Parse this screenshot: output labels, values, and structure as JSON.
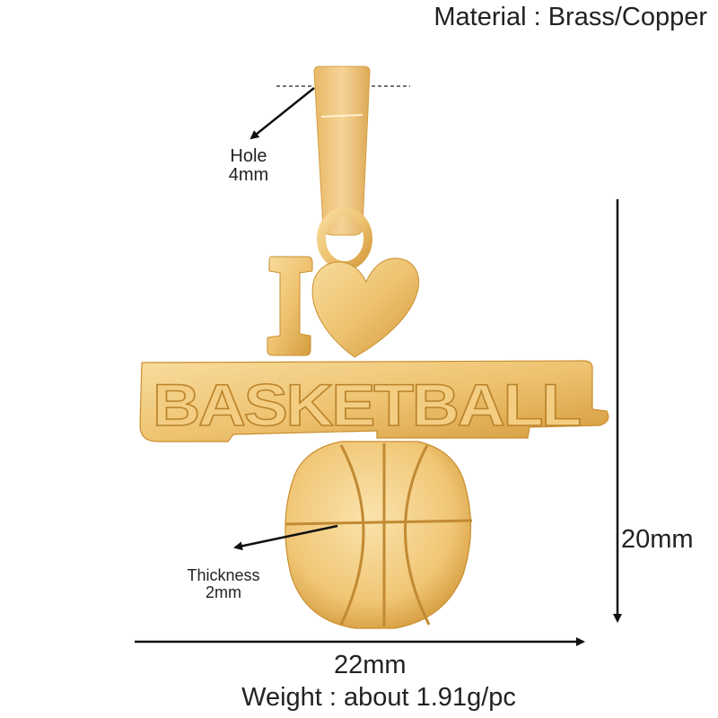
{
  "product": {
    "material": "Material : Brass/Copper",
    "hole_label": "Hole",
    "hole_value": "4mm",
    "thickness_label": "Thickness",
    "thickness_value": "2mm",
    "height": "20mm",
    "width": "22mm",
    "weight": "Weight : about 1.91g/pc",
    "pendant_text": {
      "top": "I ♥",
      "main": "BASKETBALL"
    }
  },
  "colors": {
    "gold_light": "#F6D38E",
    "gold_mid": "#E8B65A",
    "gold_dark": "#C98E2E",
    "text": "#222222",
    "arrow": "#111111",
    "background": "#FFFFFF"
  }
}
